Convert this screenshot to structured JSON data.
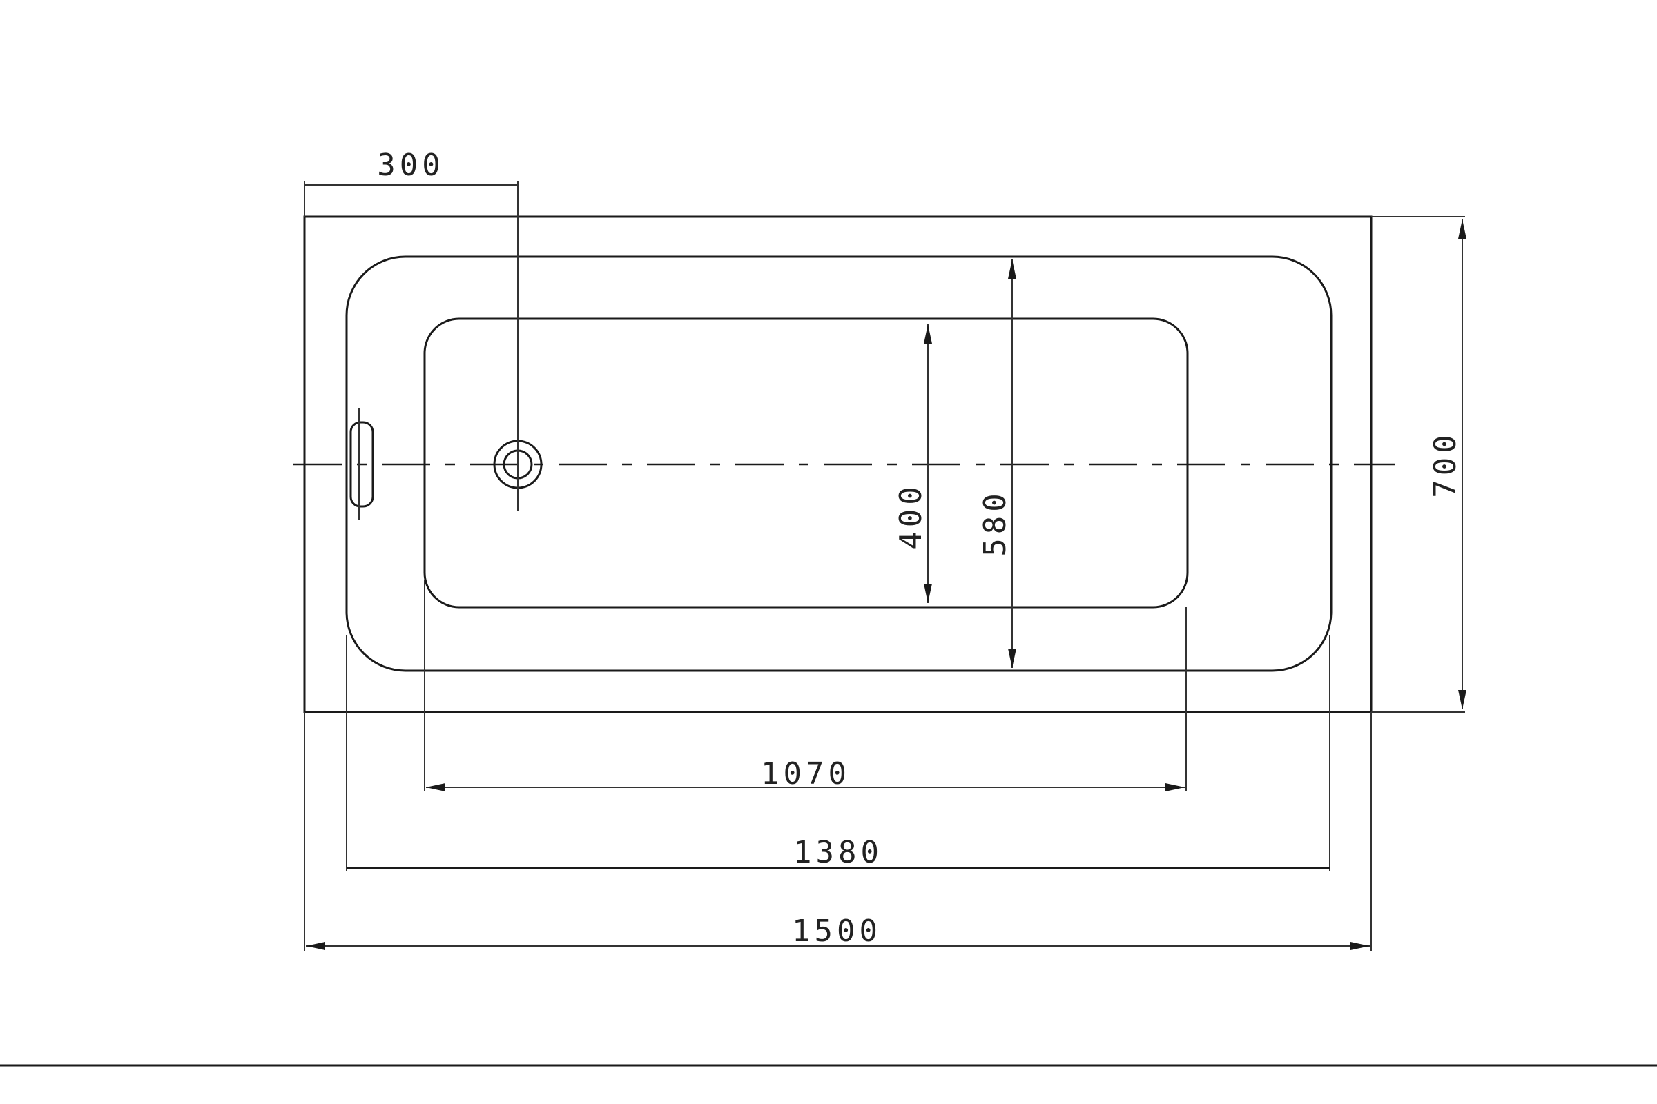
{
  "drawing": {
    "type": "bathtub-plan",
    "dimensions": {
      "drain_offset": "300",
      "overall_width": "700",
      "inner_floor_width": "400",
      "inner_basin_width": "580",
      "inner_floor_length": "1070",
      "inner_basin_length": "1380",
      "overall_length": "1500"
    },
    "line_color": "#1a1a1a",
    "background_color": "#ffffff"
  }
}
